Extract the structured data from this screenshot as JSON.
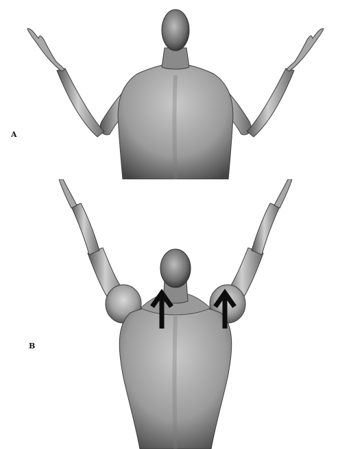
{
  "figure": {
    "panels": [
      {
        "id": "A",
        "label": "A",
        "pose": "arms-raised-partially"
      },
      {
        "id": "B",
        "label": "B",
        "pose": "arms-raised-overhead-shoulder-elevation"
      }
    ],
    "arrow_count_panel_b": 2,
    "arrow_direction": "up",
    "colors": {
      "background": "#ffffff",
      "figure_light": "#d4d4d4",
      "figure_dark": "#4a4a4a",
      "arrow": "#0d0d0d"
    }
  }
}
